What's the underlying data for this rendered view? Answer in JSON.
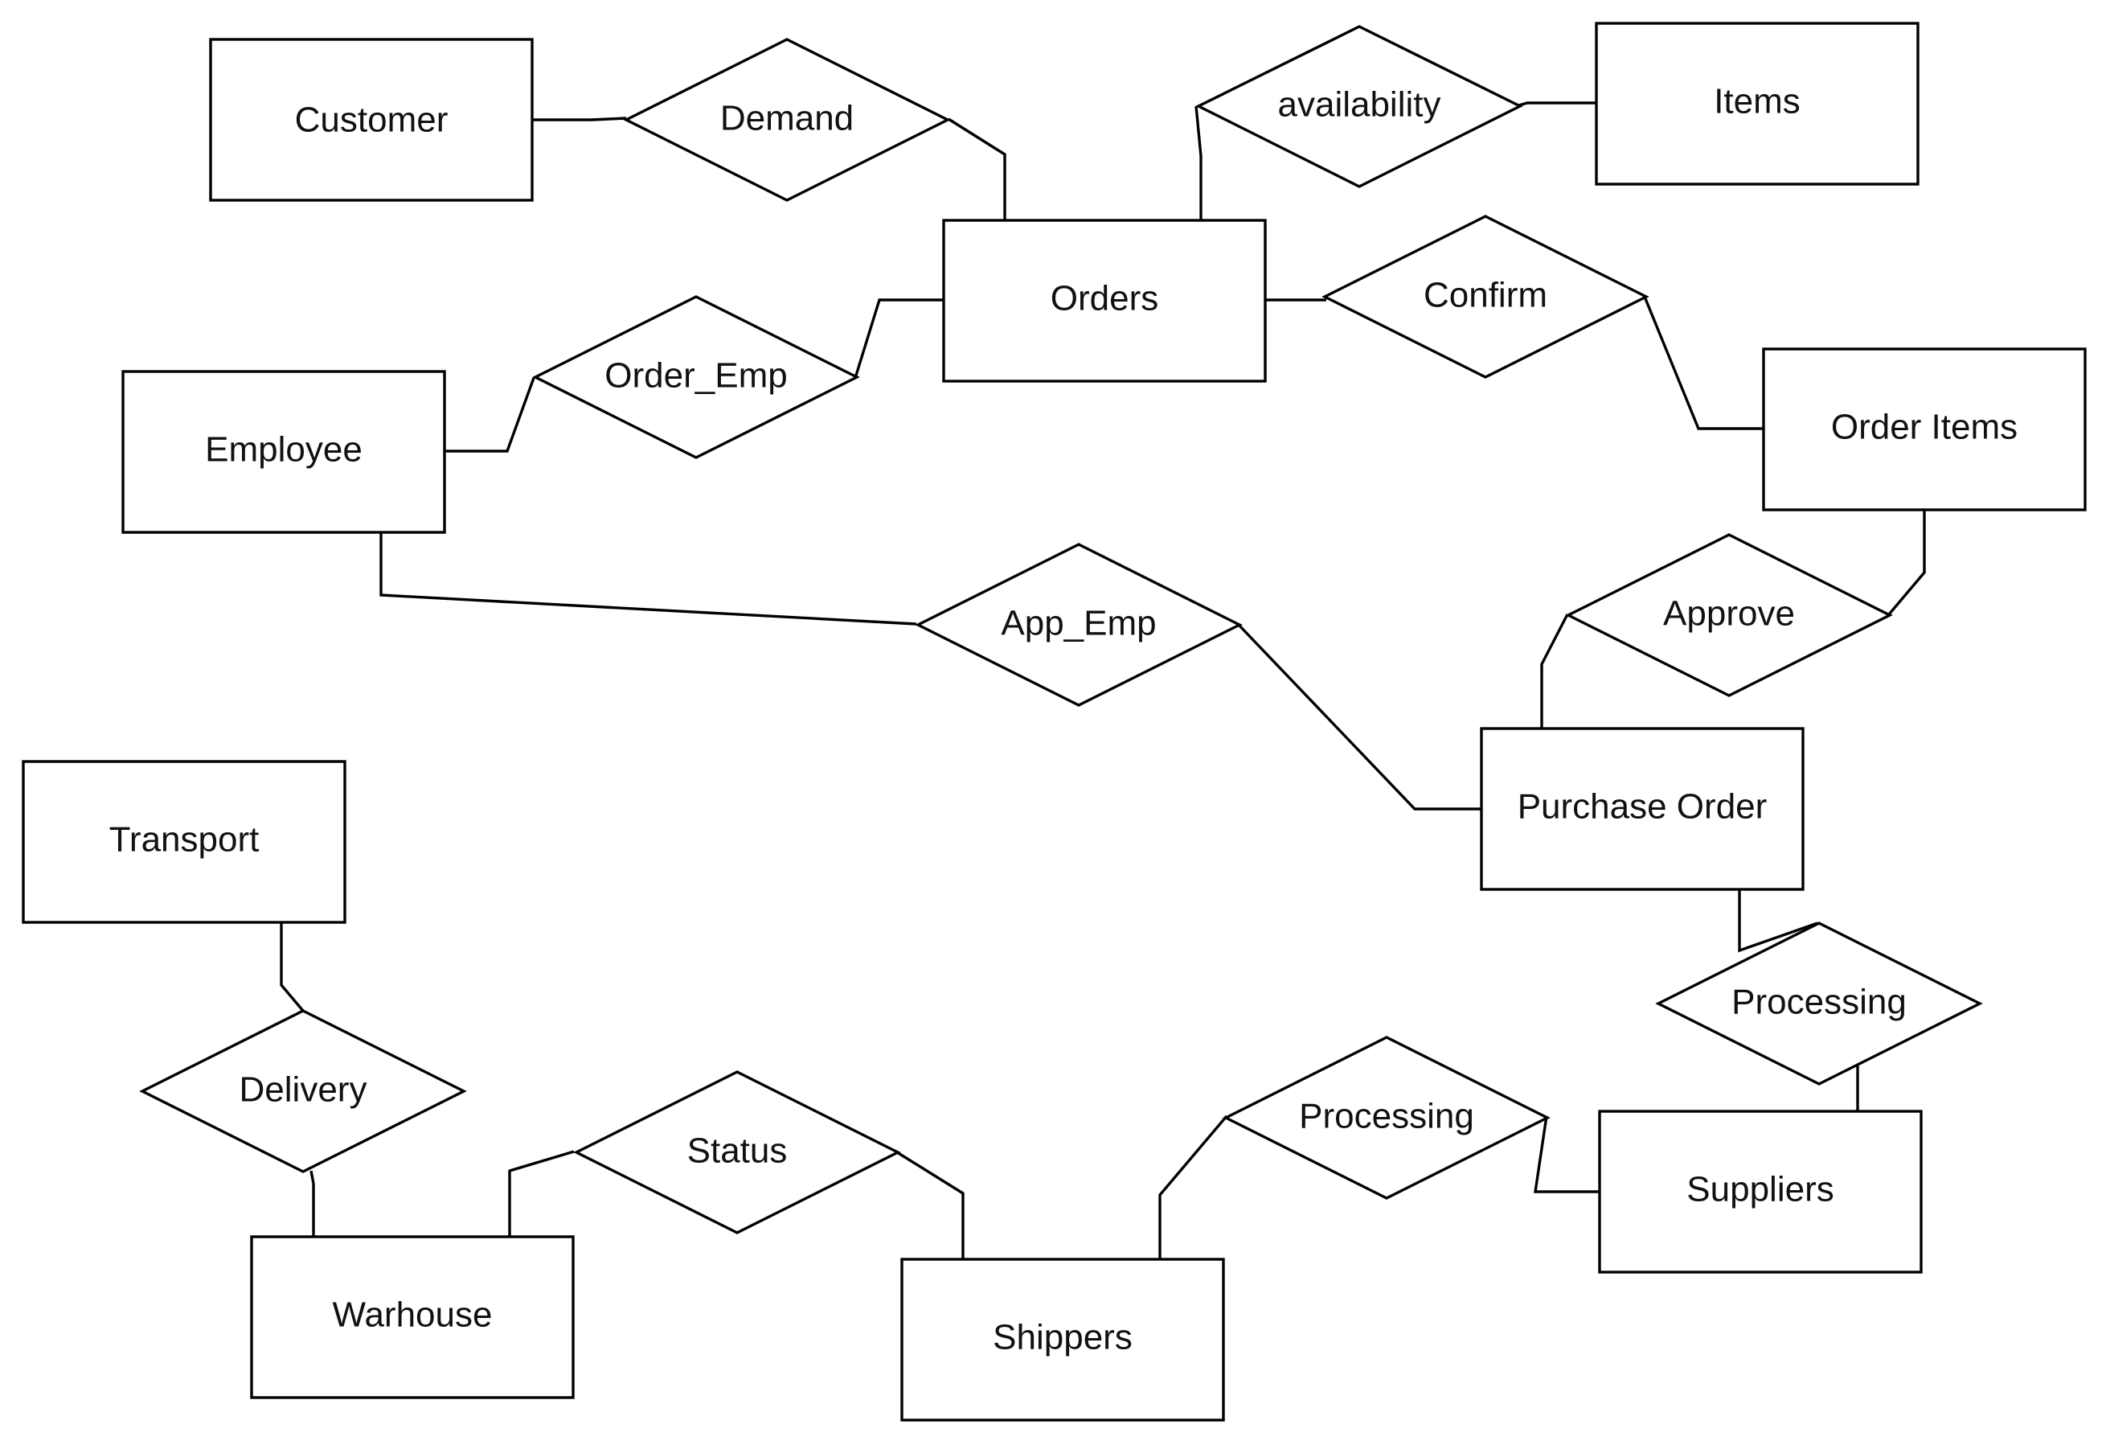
{
  "entities": {
    "customer": "Customer",
    "orders": "Orders",
    "items": "Items",
    "employee": "Employee",
    "order_items": "Order Items",
    "purchase_order": "Purchase Order",
    "transport": "Transport",
    "suppliers": "Suppliers",
    "warhouse": "Warhouse",
    "shippers": "Shippers"
  },
  "relationships": {
    "demand": "Demand",
    "availability": "availability",
    "order_emp": "Order_Emp",
    "confirm": "Confirm",
    "app_emp": "App_Emp",
    "approve": "Approve",
    "processing_po": "Processing",
    "delivery": "Delivery",
    "status": "Status",
    "processing_sh": "Processing"
  }
}
